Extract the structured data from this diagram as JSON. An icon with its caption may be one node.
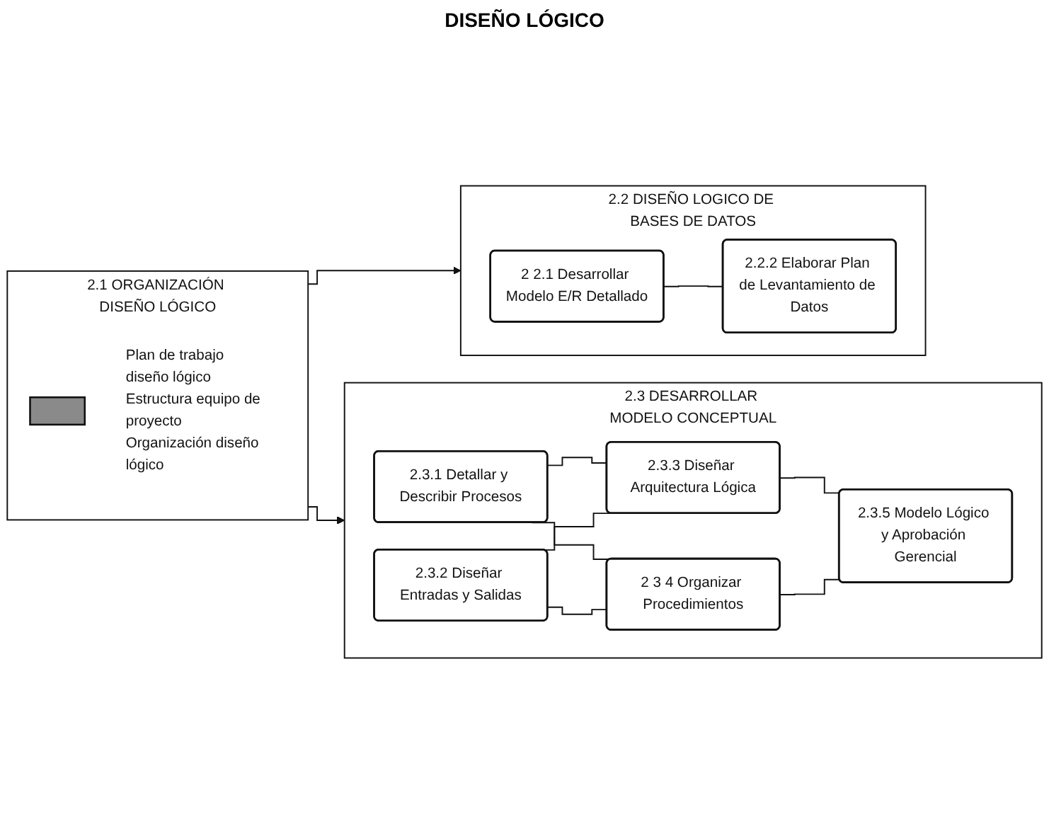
{
  "diagram": {
    "title": "DISEÑO LÓGICO",
    "nodes": [
      {
        "text": [
          "2.1 ORGANIZACIÓN DISEÑO LÓGICO"
        ]
      },
      {
        "text": [],
        "shape": "box",
        "in": 0
      },
      {
        "text": [
          "Plan de trabajo diseño lógico",
          "Estructura equipo de proyecto",
          "Organización diseño lógico"
        ],
        "in": 0
      },
      {
        "text": [
          "2.2 DISEÑO LOGICO DE BASES DE DATOS"
        ]
      },
      {
        "text": [
          "2 2.1 Desarrollar Modelo E/R Detallado"
        ],
        "in": 3
      },
      {
        "text": [
          "2.2.2 Elaborar Plan de Levantamiento de Datos"
        ],
        "in": 3
      },
      {
        "text": [
          "2.3 DESARROLLAR MODELO CONCEPTUAL"
        ]
      },
      {
        "text": [
          "2.3.1 Detallar y Describir Procesos"
        ],
        "in": 6
      },
      {
        "text": [
          "2.3.2 Diseñar Entradas y Salidas"
        ],
        "in": 6
      },
      {
        "text": [
          "2.3.3 Diseñar Arquitectura Lógica"
        ],
        "in": 6
      },
      {
        "text": [
          "2 3 4 Organizar Procedimientos"
        ],
        "in": 6
      },
      {
        "text": [
          "2.3.5 Modelo Lógico y Aprobación Gerencial"
        ],
        "in": 6
      }
    ],
    "edges": [
      {
        "from": 0,
        "to": 3,
        "arrow": "to"
      },
      {
        "from": 0,
        "to": 6,
        "arrow": "to"
      },
      {
        "from": 4,
        "to": 5,
        "arrow": "none"
      },
      {
        "from": 7,
        "to": 9,
        "arrow": "none"
      },
      {
        "from": 7,
        "to": 10,
        "arrow": "none"
      },
      {
        "from": 8,
        "to": 9,
        "arrow": "none"
      },
      {
        "from": 8,
        "to": 10,
        "arrow": "none"
      },
      {
        "from": 9,
        "to": 11,
        "arrow": "none"
      },
      {
        "from": 10,
        "to": 11,
        "arrow": "none"
      }
    ]
  }
}
